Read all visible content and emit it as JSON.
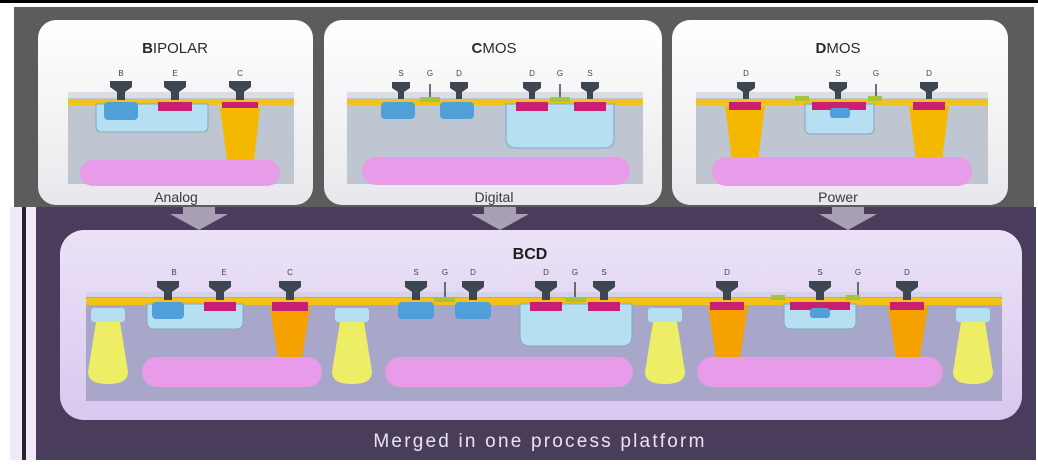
{
  "panels": {
    "bipolar": {
      "initial": "B",
      "rest": "IPOLAR",
      "caption": "Analog",
      "terminals": [
        "B",
        "E",
        "C"
      ]
    },
    "cmos": {
      "initial": "C",
      "rest": "MOS",
      "caption": "Digital",
      "terminals": [
        "S",
        "G",
        "D",
        "D",
        "G",
        "S"
      ]
    },
    "dmos": {
      "initial": "D",
      "rest": "MOS",
      "caption": "Power",
      "terminals": [
        "D",
        "S",
        "G",
        "D"
      ]
    }
  },
  "merged": {
    "title": "BCD",
    "terminals": [
      "B",
      "E",
      "C",
      "S",
      "G",
      "D",
      "D",
      "G",
      "S",
      "D",
      "S",
      "G",
      "D"
    ],
    "footer": "Merged in one process platform"
  },
  "colors": {
    "outer_frame": "#5a5a5a",
    "purple_frame": "#4a3d5c",
    "panel_bg": "#f4f4f6",
    "substrate": "#bfc6d2",
    "oxide": "#f3c21a",
    "contact": "#3e4651",
    "n_plus": "#c81e74",
    "p_well": "#4f9fd8",
    "n_well": "#b7dff2",
    "collector": "#f5b800",
    "buried_layer": "#e79be8",
    "isolation": "#eeee66"
  },
  "icons": [
    "down-arrow-icon",
    "metal-contact-icon"
  ]
}
